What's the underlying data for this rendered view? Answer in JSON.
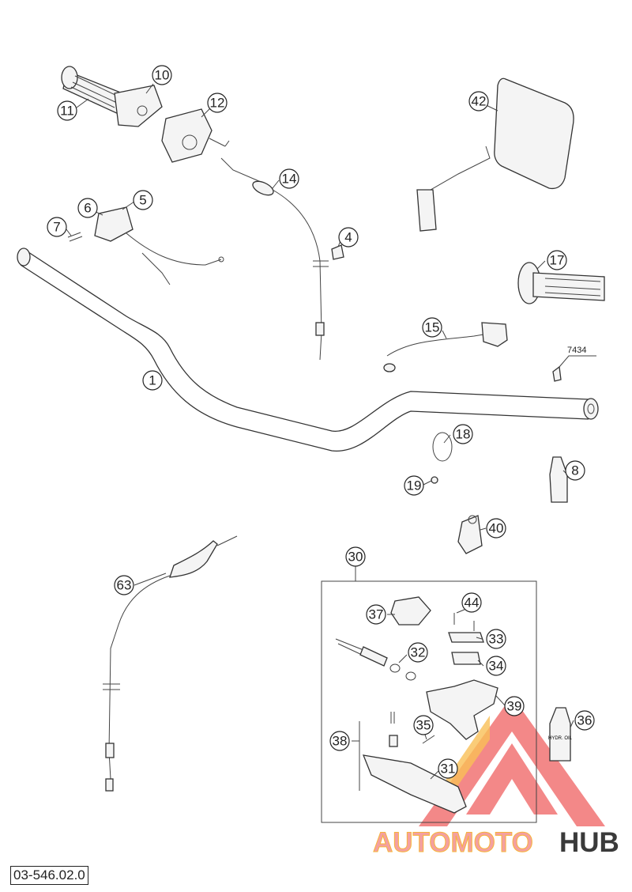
{
  "diagram": {
    "callouts": [
      {
        "id": "c10",
        "label": "10"
      },
      {
        "id": "c11",
        "label": "11"
      },
      {
        "id": "c12",
        "label": "12"
      },
      {
        "id": "c14",
        "label": "14"
      },
      {
        "id": "c6",
        "label": "6"
      },
      {
        "id": "c5",
        "label": "5"
      },
      {
        "id": "c7",
        "label": "7"
      },
      {
        "id": "c4",
        "label": "4"
      },
      {
        "id": "c42",
        "label": "42"
      },
      {
        "id": "c17",
        "label": "17"
      },
      {
        "id": "c15",
        "label": "15"
      },
      {
        "id": "c1",
        "label": "1"
      },
      {
        "id": "c18",
        "label": "18"
      },
      {
        "id": "c19",
        "label": "19"
      },
      {
        "id": "c8",
        "label": "8"
      },
      {
        "id": "c40",
        "label": "40"
      },
      {
        "id": "c63",
        "label": "63"
      },
      {
        "id": "c30",
        "label": "30"
      },
      {
        "id": "c37",
        "label": "37"
      },
      {
        "id": "c44",
        "label": "44"
      },
      {
        "id": "c33",
        "label": "33"
      },
      {
        "id": "c32",
        "label": "32"
      },
      {
        "id": "c34",
        "label": "34"
      },
      {
        "id": "c39",
        "label": "39"
      },
      {
        "id": "c36",
        "label": "36"
      },
      {
        "id": "c35",
        "label": "35"
      },
      {
        "id": "c38",
        "label": "38"
      },
      {
        "id": "c31",
        "label": "31"
      }
    ],
    "part_number_label": "7434",
    "document_number": "03-546.02.0",
    "hydraulic_bottle_label": "HYDR. OIL",
    "watermark": {
      "text_part1": "AUTOMOTO",
      "text_part2": "HUB",
      "color_primary": "#f27474",
      "color_secondary": "#3a3a3a",
      "color_accent": "#f7b43a"
    }
  }
}
